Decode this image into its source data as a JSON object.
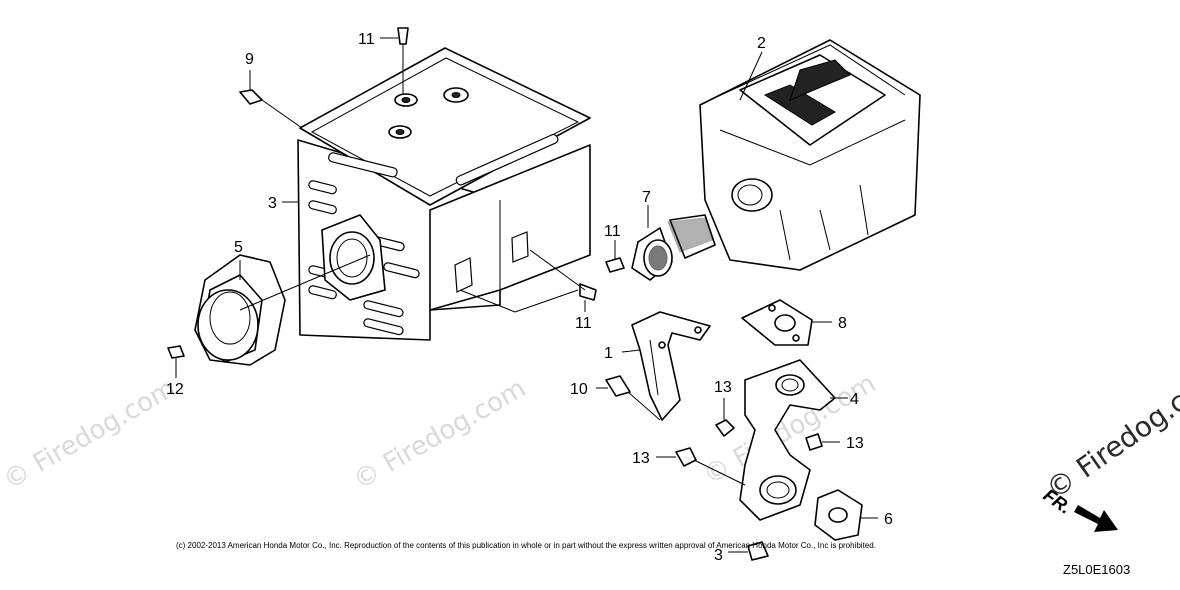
{
  "callouts": {
    "c11_top": "11",
    "c9": "9",
    "c2": "2",
    "c3": "3",
    "c5": "5",
    "c7": "7",
    "c11_mid": "11",
    "c11_low": "11",
    "c8": "8",
    "c1": "1",
    "c12": "12",
    "c10": "10",
    "c13_a": "13",
    "c4": "4",
    "c13_b": "13",
    "c13_c": "13",
    "c6": "6",
    "c3_bottom": "3"
  },
  "watermarks": {
    "wm1": "© Firedog.com",
    "wm2": "© Firedog.com",
    "wm3": "© Firedog.com",
    "wm_right": "© Firedog.com"
  },
  "direction_label": "FR.",
  "copyright": "(c) 2002-2013 American Honda Motor Co., Inc. Reproduction of the contents of this publication in whole or in part without the express written approval of American Honda Motor Co., Inc is prohibited.",
  "diagram_code": "Z5L0E1603"
}
